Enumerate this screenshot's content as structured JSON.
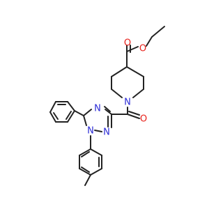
{
  "colors": {
    "bond": "#222222",
    "oxygen": "#e8201a",
    "nitrogen": "#2b2bd6",
    "background": "#ffffff"
  },
  "atoms": {
    "o_carbonyl_ester": "O",
    "o_ether_ester": "O",
    "n_piperidine": "N",
    "o_amide": "O",
    "n_triazole_4": "N",
    "n_triazole_1": "N",
    "n_triazole_2": "N"
  }
}
